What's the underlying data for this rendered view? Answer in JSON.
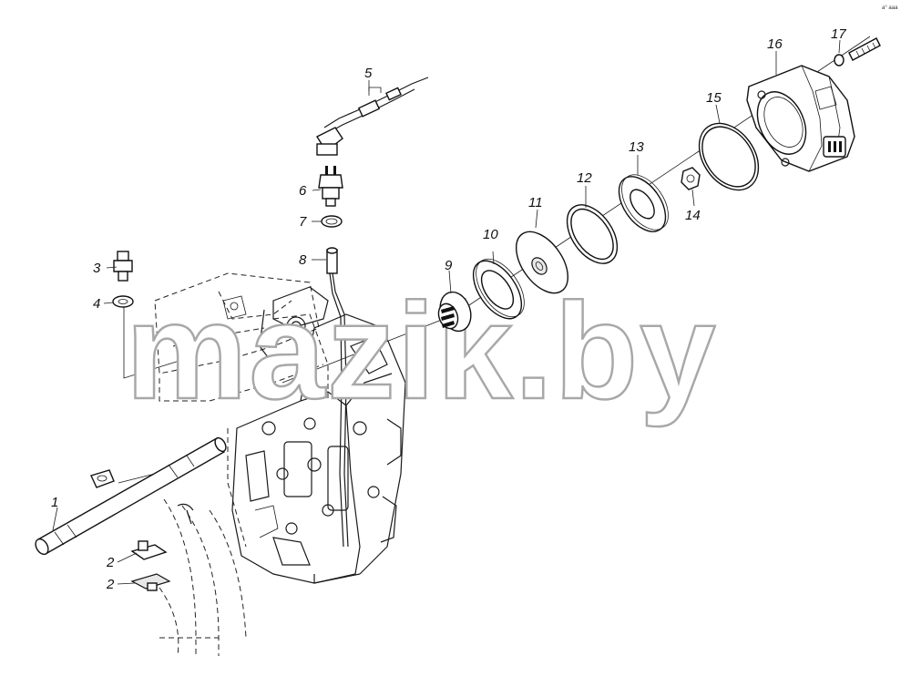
{
  "watermark": "mazik.by",
  "corner_mark": "a° aaa",
  "parts": [
    {
      "id": "p1",
      "number": "1"
    },
    {
      "id": "p2a",
      "number": "2"
    },
    {
      "id": "p2b",
      "number": "2"
    },
    {
      "id": "p3",
      "number": "3"
    },
    {
      "id": "p4",
      "number": "4"
    },
    {
      "id": "p5",
      "number": "5"
    },
    {
      "id": "p6",
      "number": "6"
    },
    {
      "id": "p7",
      "number": "7"
    },
    {
      "id": "p8",
      "number": "8"
    },
    {
      "id": "p9",
      "number": "9"
    },
    {
      "id": "p10",
      "number": "10"
    },
    {
      "id": "p11",
      "number": "11"
    },
    {
      "id": "p12",
      "number": "12"
    },
    {
      "id": "p13",
      "number": "13"
    },
    {
      "id": "p14",
      "number": "14"
    },
    {
      "id": "p15",
      "number": "15"
    },
    {
      "id": "p16",
      "number": "16"
    },
    {
      "id": "p17",
      "number": "17"
    }
  ]
}
